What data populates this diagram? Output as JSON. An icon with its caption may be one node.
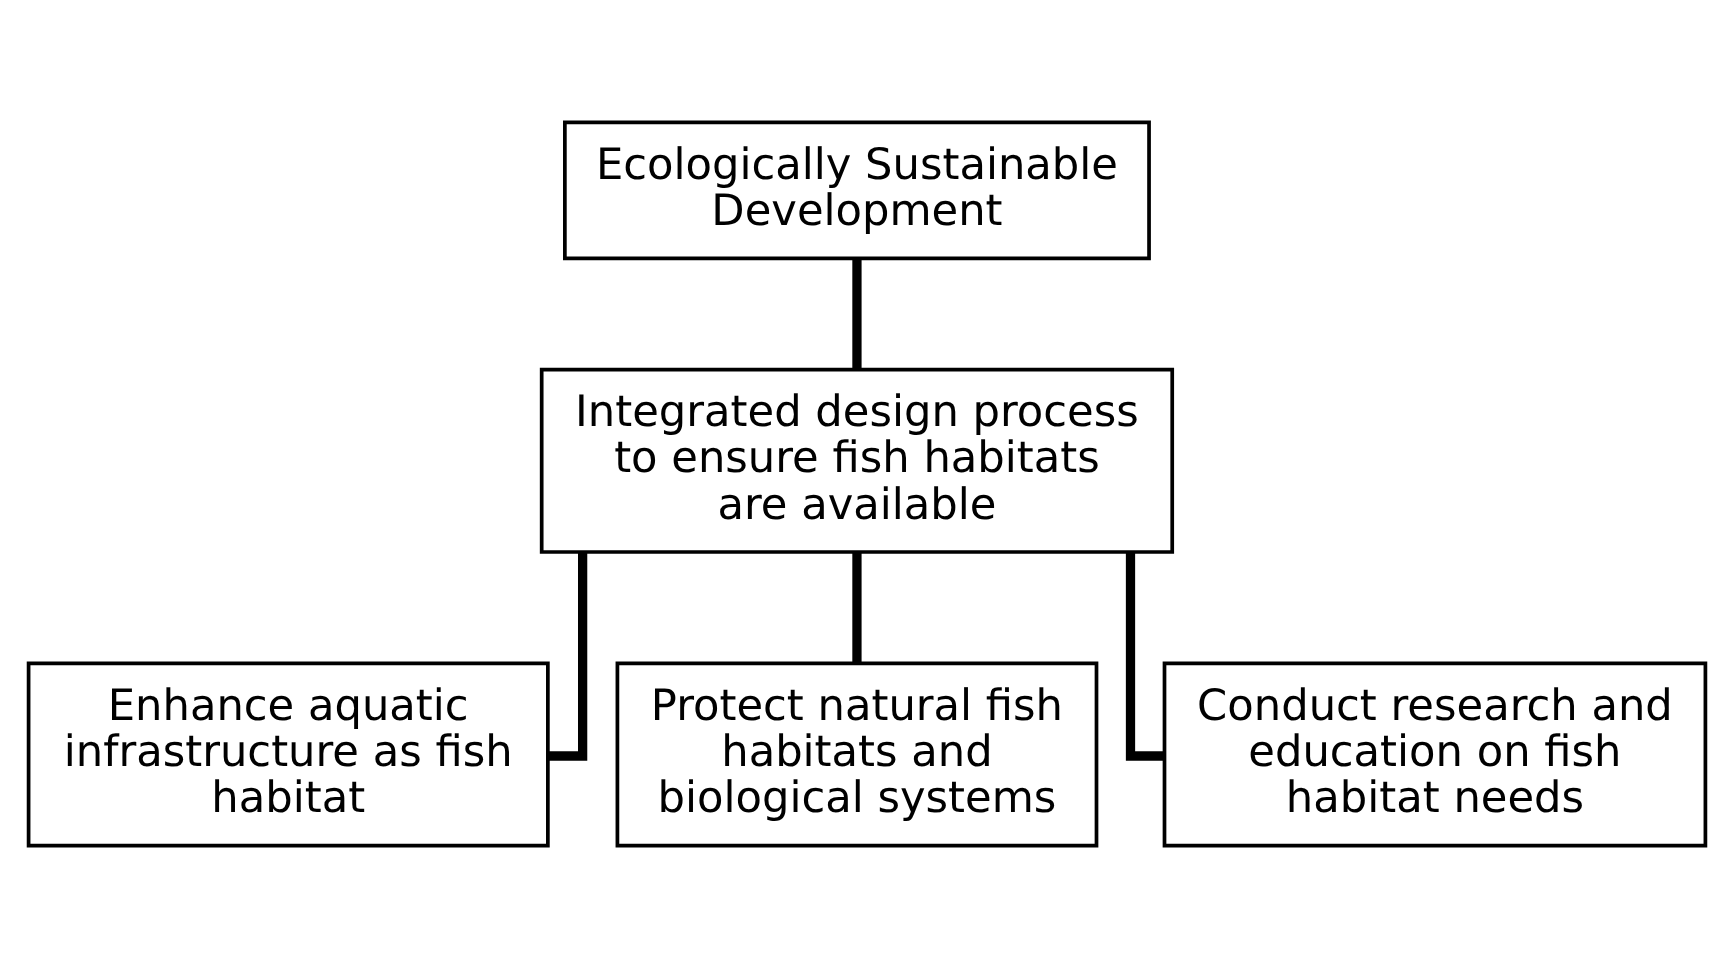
{
  "diagram": {
    "nodes": [
      {
        "text": [
          "Ecologically Sustainable Development"
        ]
      },
      {
        "text": [
          "Integrated design process to ensure fish habitats are available"
        ]
      },
      {
        "text": [
          "Enhance aquatic infrastructure as fish habitat"
        ]
      },
      {
        "text": [
          "Protect natural fish habitats and biological systems"
        ]
      },
      {
        "text": [
          "Conduct research and education on fish habitat needs"
        ]
      }
    ],
    "edges": [
      {
        "from": 0,
        "to": 1,
        "arrow": "none"
      },
      {
        "from": 1,
        "to": 2,
        "arrow": "none"
      },
      {
        "from": 1,
        "to": 3,
        "arrow": "none"
      },
      {
        "from": 1,
        "to": 4,
        "arrow": "none"
      }
    ]
  }
}
